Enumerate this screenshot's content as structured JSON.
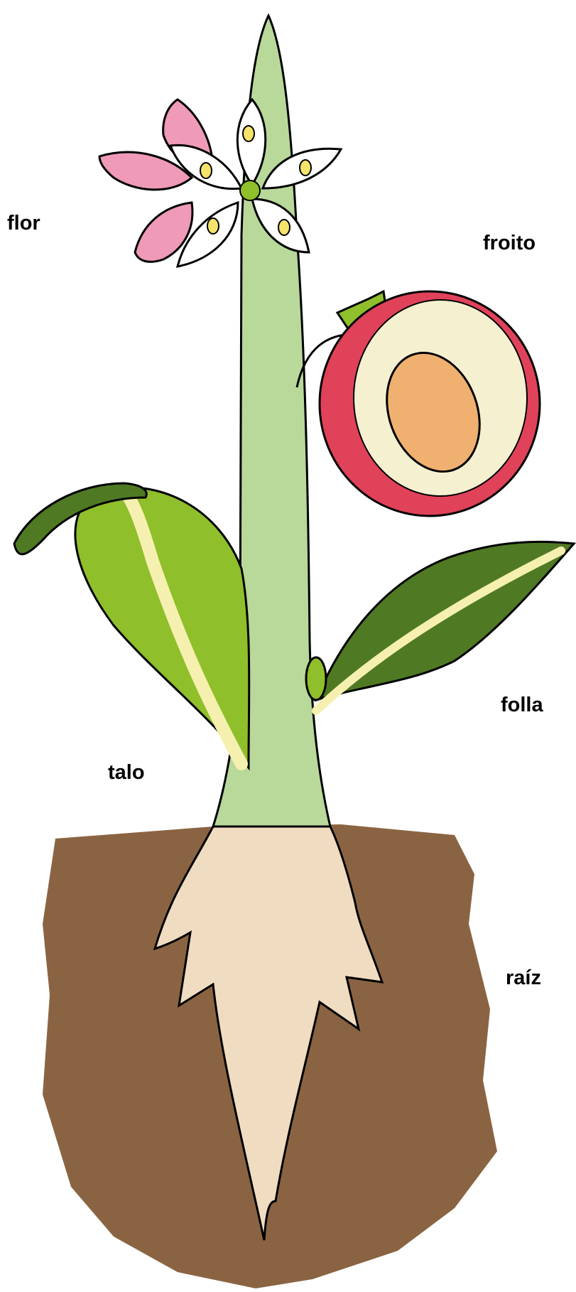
{
  "labels": {
    "flor": "flor",
    "froito": "froito",
    "folla": "folla",
    "talo": "talo",
    "raiz": "raíz"
  },
  "colors": {
    "soil": "#8a6442",
    "root": "#f0dcc0",
    "stem": "#b8d99a",
    "leaf_light": "#8fbf2a",
    "leaf_dark": "#4f7a23",
    "vein": "#f6f0b0",
    "fruit_skin": "#e0425a",
    "fruit_flesh": "#f5f1d0",
    "seed": "#f0b070",
    "petal_white": "#ffffff",
    "petal_pink": "#ee9ab8",
    "anther": "#f6e36a"
  }
}
